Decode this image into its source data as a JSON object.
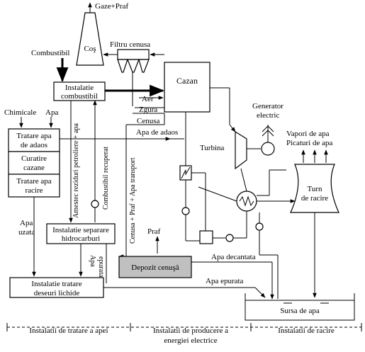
{
  "labels": {
    "gaze_praf": "Gaze+Praf",
    "cos": "Coş",
    "filtru_cenusa": "Filtru cenusa",
    "combustibil": "Combustibil",
    "instalatie_combustibil_1": "Instalatie",
    "instalatie_combustibil_2": "combustibil",
    "cazan": "Cazan",
    "aer": "Aer",
    "zgura": "Zgura",
    "cenusa": "Cenusa",
    "chimicale": "Chimicale",
    "apa_top": "Apa",
    "tratare_apa_adaos_1": "Tratare apa",
    "tratare_apa_adaos_2": "de adaos",
    "curatire_cazane_1": "Curatire",
    "curatire_cazane_2": "cazane",
    "tratare_apa_racire_1": "Tratare apa",
    "tratare_apa_racire_2": "racire",
    "amestec_reziduri": "Amestec reziduri petroliere + apa",
    "combustibil_recuperat": "Combustibil recuperat",
    "cenusa_praf_apa": "Cenusa + Praf + Apa transport",
    "apa_de_adaos": "Apa de adaos",
    "generator_1": "Generator",
    "generator_2": "electric",
    "turbina": "Turbina",
    "vapori_apa": "Vapori de apa",
    "picaturi_apa": "Picaturi de apa",
    "turn_1": "Turn",
    "turn_2": "de racire",
    "apa_uzata_1": "Apa",
    "apa_uzata_2": "uzata",
    "instalatie_separare_1": "Instalatie separare",
    "instalatie_separare_2": "hidrocarburi",
    "apa_epurata_vertical_1": "Apa",
    "apa_epurata_vertical_2": "epurata",
    "praf": "Praf",
    "depozit_cenusa": "Depozit cenuşă",
    "apa_decantata": "Apa decantata",
    "apa_epurata": "Apa epurata",
    "instalatie_tratare_1": "Instalatie tratare",
    "instalatie_tratare_2": "deseuri lichide",
    "sursa_apa": "Sursa de apa",
    "section_tratare": "Instalatii de tratare a apei",
    "section_producere_1": "Instalatii de producere a",
    "section_producere_2": "energiei electrice",
    "section_racire": "Instalatii de racire"
  },
  "colors": {
    "depozit_fill": "#c0c0c0",
    "line": "#000000"
  }
}
